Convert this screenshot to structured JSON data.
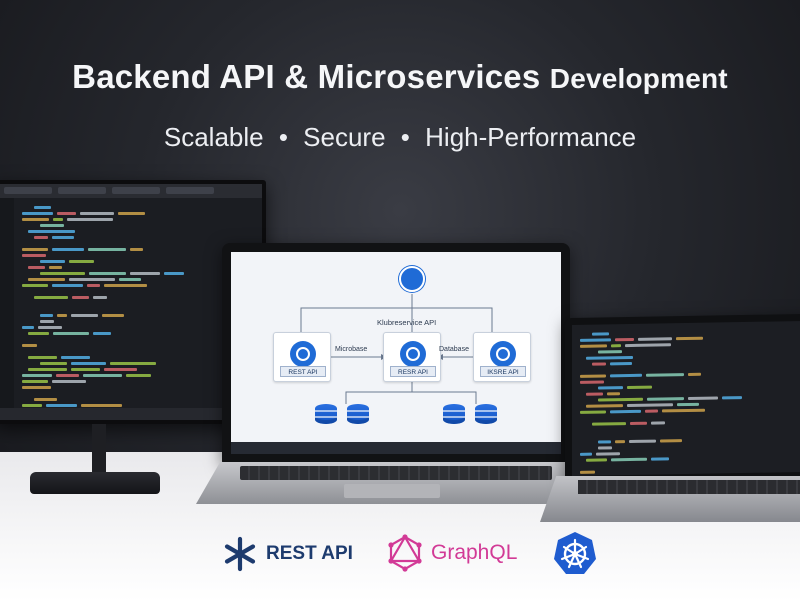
{
  "header": {
    "title_main": "Backend API & Microservices",
    "title_tail": "Development",
    "tagline_items": [
      "Scalable",
      "Secure",
      "High-Performance"
    ],
    "tagline_separator": "•"
  },
  "diagram": {
    "api_title": "Klubreservice API",
    "left_service_label": "REST API",
    "center_service_label": "RESR API",
    "right_service_label": "IKSRE API",
    "left_link_label": "Microbase",
    "right_link_label": "Database"
  },
  "logos": {
    "rest_label": "REST API",
    "graphql_label": "GraphQL",
    "rest_icon": "asterisk-icon",
    "graphql_icon": "graphql-icon",
    "kubernetes_icon": "kubernetes-icon"
  },
  "colors": {
    "accent_blue": "#1f6bd6",
    "graphql_pink": "#d23a96",
    "rest_navy": "#1d3b6e"
  }
}
